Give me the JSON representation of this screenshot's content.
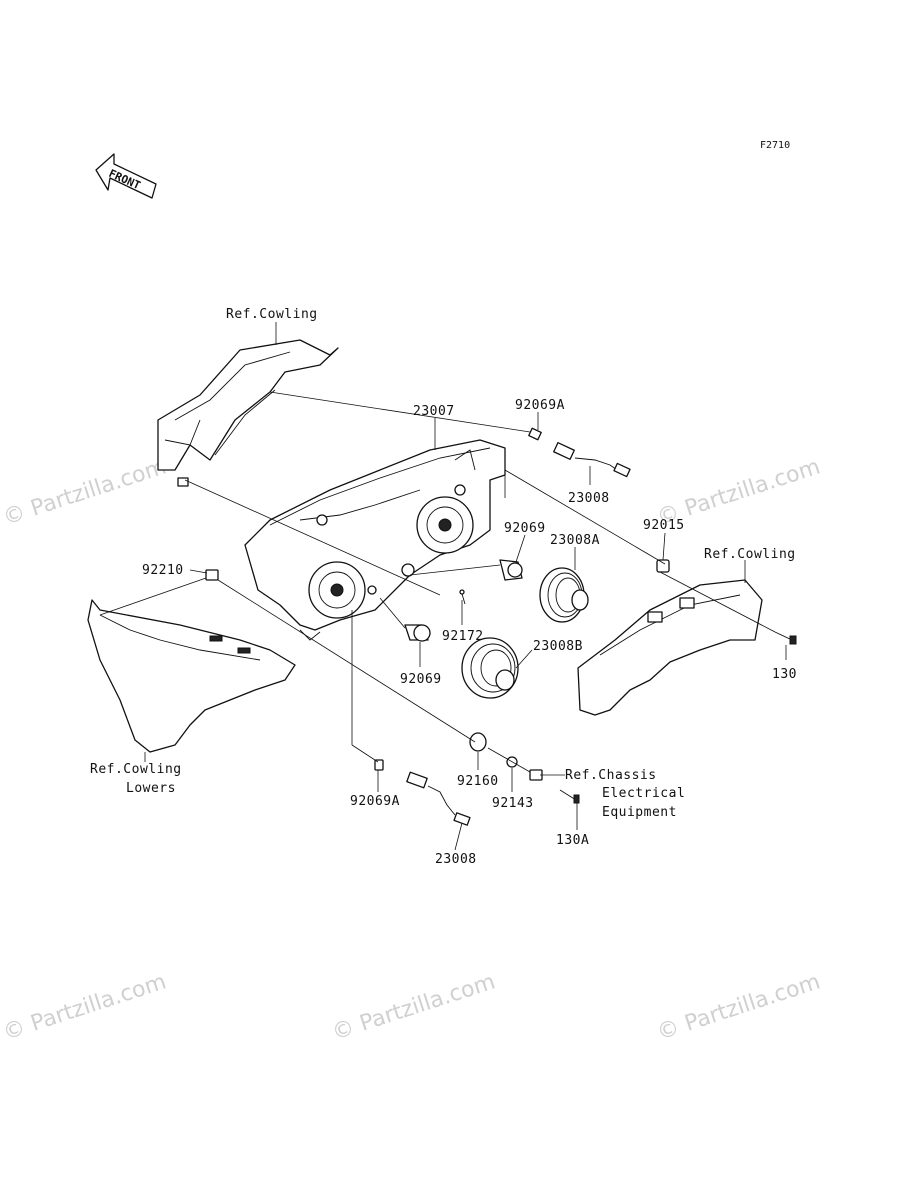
{
  "diagram_code": "F2710",
  "front_arrow": {
    "label": "FRONT",
    "icon": "front-arrow-icon"
  },
  "watermark_text": "© Partzilla.com",
  "colors": {
    "line": "#111111",
    "background": "#ffffff",
    "watermark": "#d0d0d0"
  },
  "callouts": [
    {
      "id": "ref-cowling-top",
      "text": "Ref.Cowling"
    },
    {
      "id": "p23007",
      "text": "23007"
    },
    {
      "id": "p92069A-top",
      "text": "92069A"
    },
    {
      "id": "p23008-top",
      "text": "23008"
    },
    {
      "id": "p92069-right",
      "text": "92069"
    },
    {
      "id": "p23008A",
      "text": "23008A"
    },
    {
      "id": "p92015",
      "text": "92015"
    },
    {
      "id": "ref-cowling-right",
      "text": "Ref.Cowling"
    },
    {
      "id": "p92210",
      "text": "92210"
    },
    {
      "id": "p92172",
      "text": "92172"
    },
    {
      "id": "p23008B",
      "text": "23008B"
    },
    {
      "id": "p130",
      "text": "130"
    },
    {
      "id": "p92069-left",
      "text": "92069"
    },
    {
      "id": "ref-cowling-lowers-1",
      "text": "Ref.Cowling"
    },
    {
      "id": "ref-cowling-lowers-2",
      "text": "Lowers"
    },
    {
      "id": "p92160",
      "text": "92160"
    },
    {
      "id": "p92143",
      "text": "92143"
    },
    {
      "id": "ref-chassis-1",
      "text": "Ref.Chassis"
    },
    {
      "id": "ref-chassis-2",
      "text": "Electrical"
    },
    {
      "id": "ref-chassis-3",
      "text": "Equipment"
    },
    {
      "id": "p92069A-bottom",
      "text": "92069A"
    },
    {
      "id": "p130A",
      "text": "130A"
    },
    {
      "id": "p23008-bottom",
      "text": "23008"
    }
  ]
}
